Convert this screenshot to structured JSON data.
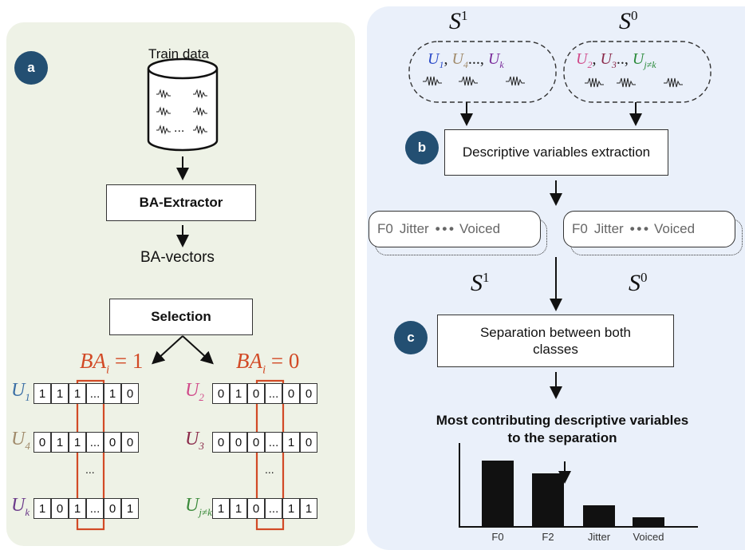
{
  "panel_a": {
    "badge": "a",
    "train_data": "Train data",
    "ellipsis": "...",
    "extractor": "BA-Extractor",
    "vectors": "BA-vectors",
    "selection": "Selection",
    "group1": {
      "title_var": "BA",
      "title_sub": "i",
      "title_rest": " = 1",
      "color": "#d24a26",
      "rows": [
        {
          "var": "U",
          "sub": "1",
          "color": "#3a6ea5",
          "cells": [
            "1",
            "1",
            "1",
            "...",
            "1",
            "0"
          ]
        },
        {
          "var": "U",
          "sub": "4",
          "color": "#a08a6a",
          "cells": [
            "0",
            "1",
            "1",
            "...",
            "0",
            "0"
          ]
        },
        {
          "var": "U",
          "sub": "k",
          "color": "#6b3a8a",
          "cells": [
            "1",
            "0",
            "1",
            "...",
            "0",
            "1"
          ]
        }
      ]
    },
    "group0": {
      "title_var": "BA",
      "title_sub": "i",
      "title_rest": " = 0",
      "color": "#d24a26",
      "rows": [
        {
          "var": "U",
          "sub": "2",
          "color": "#d04a8a",
          "cells": [
            "0",
            "1",
            "0",
            "...",
            "0",
            "0"
          ]
        },
        {
          "var": "U",
          "sub": "3",
          "color": "#8a2a4a",
          "cells": [
            "0",
            "0",
            "0",
            "...",
            "1",
            "0"
          ]
        },
        {
          "var": "U",
          "sub": "j≠k",
          "color": "#3a8a3a",
          "cells": [
            "1",
            "1",
            "0",
            "...",
            "1",
            "1"
          ]
        }
      ]
    },
    "vdots": "..."
  },
  "panel_b": {
    "badge": "b",
    "s1": {
      "var": "S",
      "sup": "1"
    },
    "s0": {
      "var": "S",
      "sup": "0"
    },
    "set1": [
      {
        "var": "U",
        "sub": "1",
        "sep": ",",
        "color": "#2a4ac8"
      },
      {
        "var": "U",
        "sub": "4",
        "sep": "...,",
        "color": "#a08a6a"
      },
      {
        "var": "U",
        "sub": "k",
        "sep": "",
        "color": "#7a2a9a"
      }
    ],
    "set0": [
      {
        "var": "U",
        "sub": "2",
        "sep": ",",
        "color": "#d04a8a"
      },
      {
        "var": "U",
        "sub": "3",
        "sep": "..,",
        "color": "#8a2a4a"
      },
      {
        "var": "U",
        "sub": "j≠k",
        "sep": "",
        "color": "#2a8a3a"
      }
    ],
    "extraction": "Descriptive variables extraction",
    "features": {
      "f0": "F0",
      "jitter": "Jitter",
      "dots": "• • •",
      "voiced": "Voiced"
    }
  },
  "panel_c": {
    "badge": "c",
    "s1": {
      "var": "S",
      "sup": "1"
    },
    "s0": {
      "var": "S",
      "sup": "0"
    },
    "separation": "Separation between both classes",
    "most_contributing": "Most contributing descriptive variables to the separation",
    "chart_data": {
      "type": "bar",
      "categories": [
        "F0",
        "F2",
        "Jitter",
        "Voiced"
      ],
      "values": [
        1.0,
        0.8,
        0.32,
        0.14
      ],
      "title": "",
      "xlabel": "",
      "ylabel": "",
      "grid": false
    }
  }
}
